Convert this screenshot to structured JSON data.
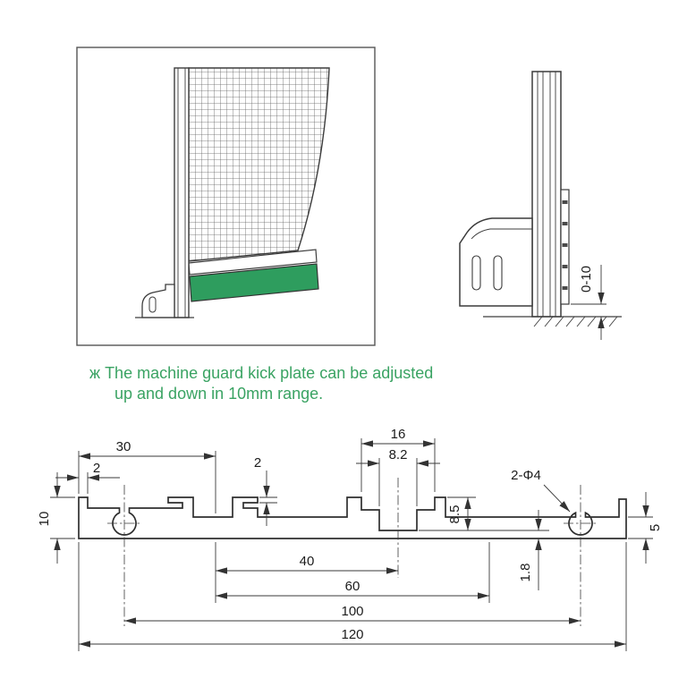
{
  "note": {
    "marker": "ж",
    "line1": "The machine guard kick plate can be adjusted",
    "line2": "up and down in 10mm range."
  },
  "side_view": {
    "adjust_range": "0-10"
  },
  "section_dims": {
    "left_section_width": "30",
    "lip_thickness": "2",
    "mid_rib_thickness": "2",
    "slot_opening_width": "16",
    "slot_inner_width": "8.2",
    "slot_depth": "8.5",
    "hole_callout": "2-Φ4",
    "left_height": "10",
    "dim_40": "40",
    "dim_60": "60",
    "floor_thickness": "1.8",
    "hole_spacing": "100",
    "right_thickness": "5",
    "overall_width": "120"
  },
  "colors": {
    "kick_plate_green": "#2e9d5e",
    "note_green": "#3aa363",
    "drawing_line": "#2f2f2f"
  }
}
